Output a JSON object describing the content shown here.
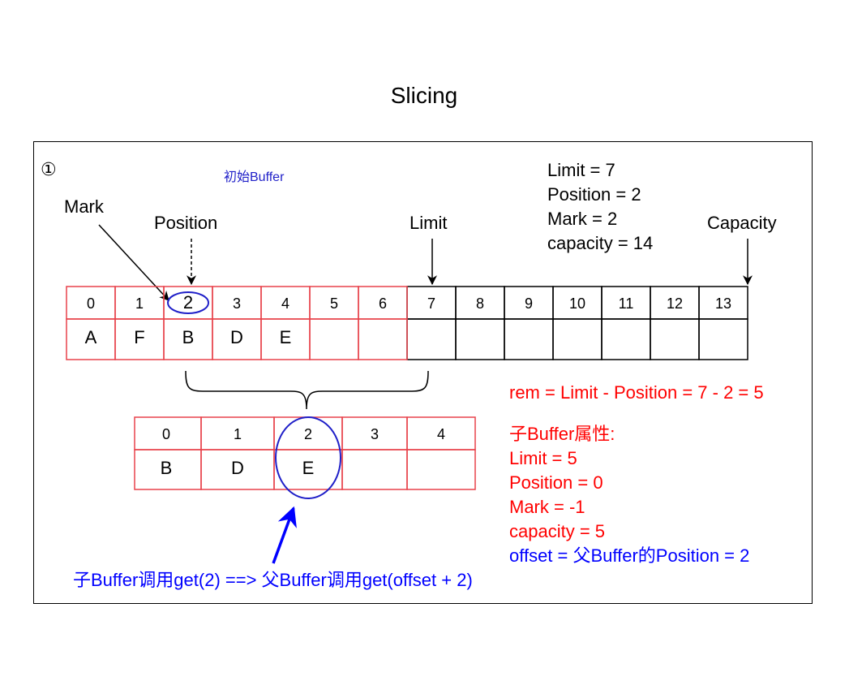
{
  "title": "Slicing",
  "step_marker": "①",
  "initial_label": "初始Buffer",
  "pointer_labels": {
    "mark": "Mark",
    "position": "Position",
    "limit": "Limit",
    "capacity": "Capacity"
  },
  "parent_buffer": {
    "indices": [
      "0",
      "1",
      "2",
      "3",
      "4",
      "5",
      "6",
      "7",
      "8",
      "9",
      "10",
      "11",
      "12",
      "13"
    ],
    "values": [
      "A",
      "F",
      "B",
      "D",
      "E",
      "",
      "",
      "",
      "",
      "",
      "",
      "",
      "",
      ""
    ],
    "highlighted_count": 7,
    "circled_index": 2
  },
  "parent_stats": [
    "Limit = 7",
    "Position = 2",
    "Mark = 2",
    "capacity = 14"
  ],
  "child_buffer": {
    "indices": [
      "0",
      "1",
      "2",
      "3",
      "4"
    ],
    "values": [
      "B",
      "D",
      "E",
      "",
      ""
    ],
    "circled_index": 2
  },
  "rem_formula": "rem = Limit - Position = 7 - 2 = 5",
  "child_props_title": "子Buffer属性:",
  "child_props": [
    "Limit = 5",
    "Position = 0",
    "Mark = -1",
    "capacity = 5"
  ],
  "offset_line": "offset = 父Buffer的Position = 2",
  "bottom_note": "子Buffer调用get(2) ==> 父Buffer调用get(offset + 2)",
  "colors": {
    "red": "#ff0000",
    "border_red": "#e8424b",
    "blue": "#0000ff",
    "dark_blue": "#1f1fc8",
    "black": "#000000"
  }
}
